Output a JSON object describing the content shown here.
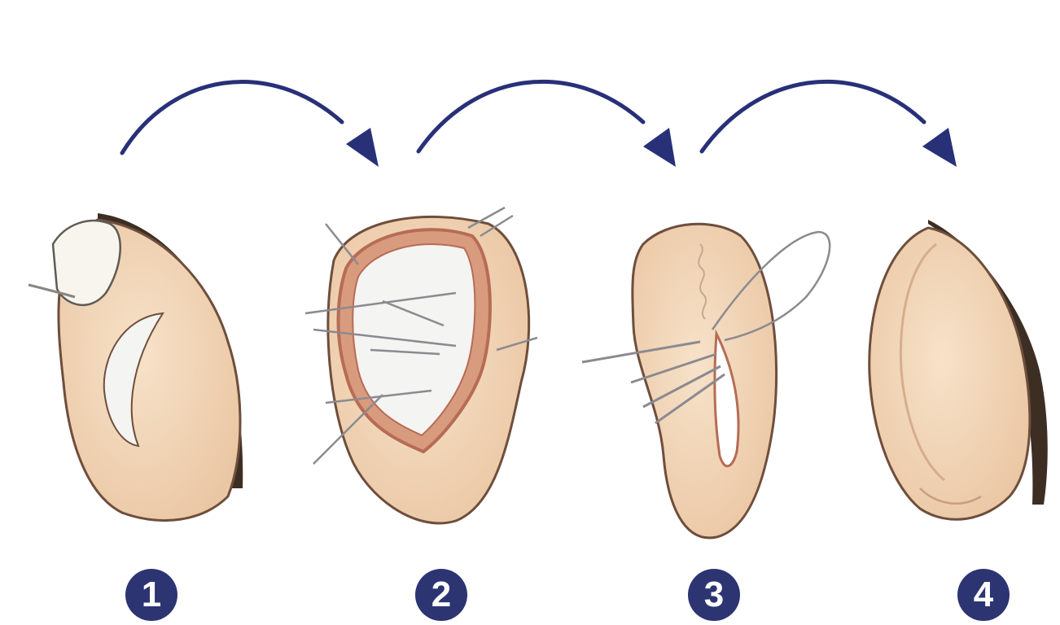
{
  "steps": [
    {
      "number": "1"
    },
    {
      "number": "2"
    },
    {
      "number": "3"
    },
    {
      "number": "4"
    }
  ],
  "colors": {
    "arrow": "#283078",
    "badge": "#2c3472",
    "skin": "#f1d3b4",
    "skin_outline": "#6e4e3c",
    "cartilage": "#f4f4f2",
    "hair": "#3d2e24",
    "wound": "#b66c55"
  },
  "icons": {
    "arrow": "curved-arrow-icon"
  }
}
